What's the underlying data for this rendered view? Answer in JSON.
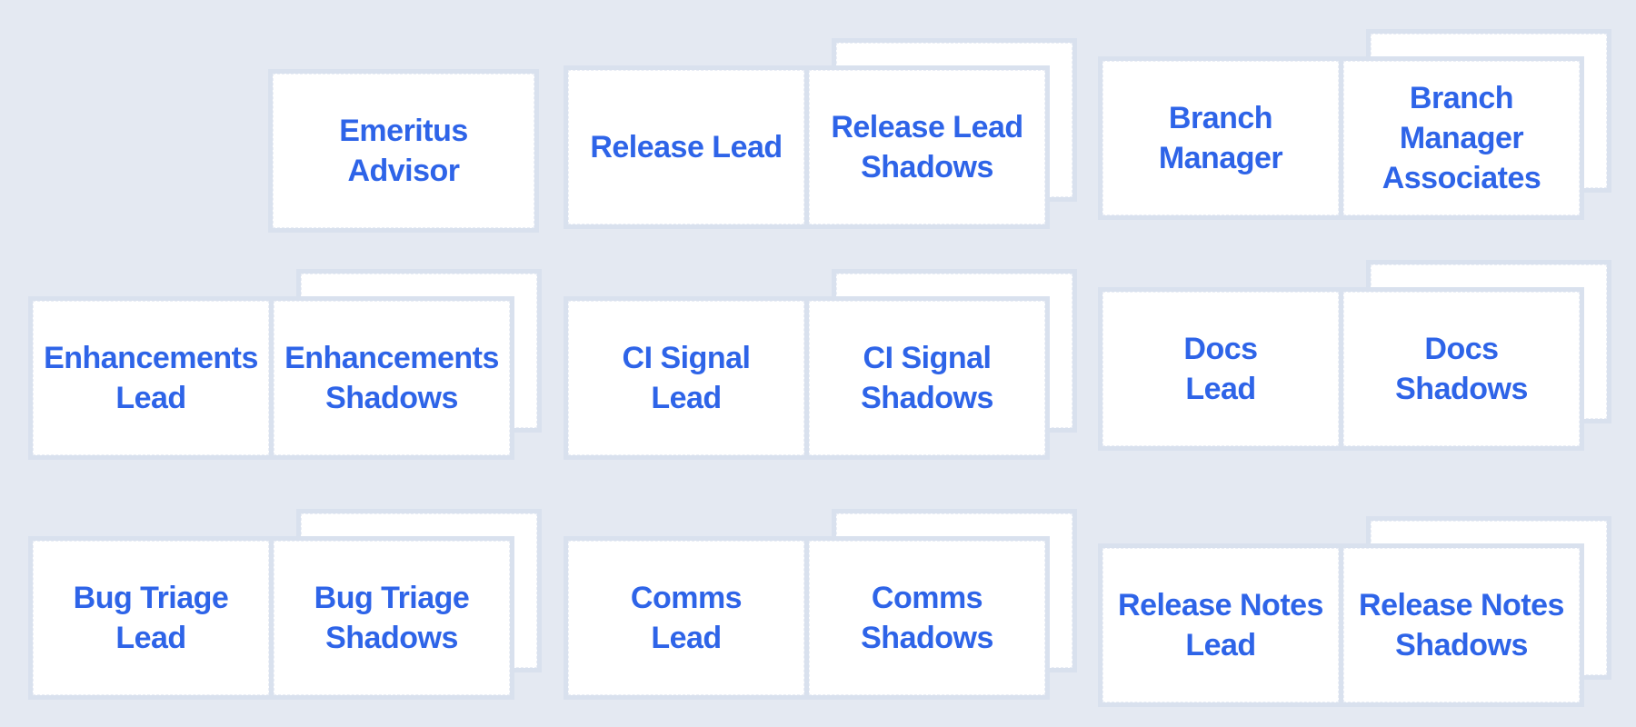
{
  "colors": {
    "background": "#e4e9f2",
    "card_background": "#ffffff",
    "card_edge": "#d9e1ee",
    "label_text": "#2e64e8"
  },
  "cards": {
    "emeritus_advisor": "Emeritus\nAdvisor",
    "release_lead": "Release Lead",
    "release_lead_shadows": "Release Lead\nShadows",
    "branch_manager": "Branch\nManager",
    "branch_manager_associates": "Branch\nManager\nAssociates",
    "enhancements_lead": "Enhancements\nLead",
    "enhancements_shadows": "Enhancements\nShadows",
    "ci_signal_lead": "CI Signal\nLead",
    "ci_signal_shadows": "CI Signal\nShadows",
    "docs_lead": "Docs\nLead",
    "docs_shadows": "Docs\nShadows",
    "bug_triage_lead": "Bug Triage\nLead",
    "bug_triage_shadows": "Bug Triage\nShadows",
    "comms_lead": "Comms\nLead",
    "comms_shadows": "Comms\nShadows",
    "release_notes_lead": "Release Notes\nLead",
    "release_notes_shadows": "Release Notes\nShadows"
  }
}
